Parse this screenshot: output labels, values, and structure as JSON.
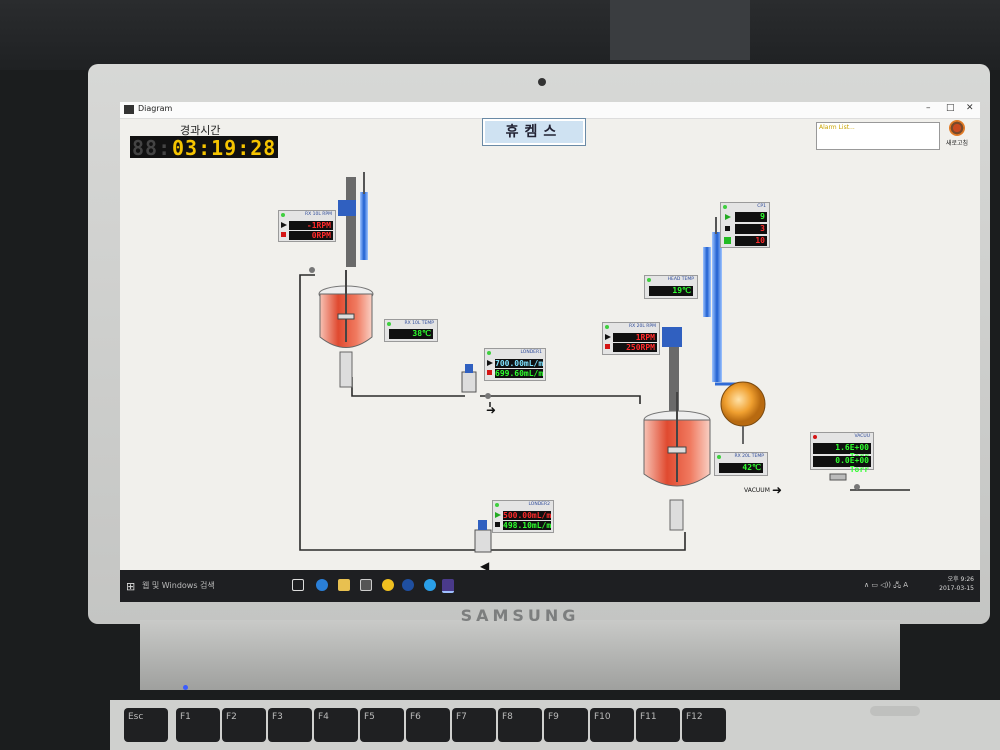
{
  "window": {
    "title": "Diagram",
    "controls": [
      "–",
      "□",
      "✕"
    ]
  },
  "header": {
    "elapsed_label": "경과시간",
    "timer_dim": "88:",
    "timer_value": "03:19:28",
    "app_title": "휴켐스",
    "alarm_list": "Alarm List...",
    "refresh_label": "새로고침"
  },
  "panels": {
    "rx10l_rpm": {
      "title": "RX 10L RPM",
      "value1": "-1RPM",
      "value2": "0RPM"
    },
    "rx10l_temp": {
      "title": "RX 10L TEMP",
      "value": "38℃"
    },
    "condenser1": {
      "title": "LONDER1",
      "value1": "700.00mL/m",
      "value2": "699.60mL/m"
    },
    "condenser2": {
      "title": "LONDER2",
      "value1": "500.00mL/m",
      "value2": "498.10mL/m"
    },
    "head_temp": {
      "title": "HEAD TEMP",
      "value": "19℃"
    },
    "cp1": {
      "title": "CP1",
      "value1": "9",
      "value2": "3",
      "value3": "10"
    },
    "rx20l_rpm": {
      "title": "RX 20L RPM",
      "value1": "1RPM",
      "value2": "250RPM"
    },
    "rx20l_temp": {
      "title": "RX 20L TEMP",
      "value": "42℃"
    },
    "vacuum_gauge": {
      "title": "VACUU",
      "value1": "1.6E+00 Torr",
      "value2": "0.0E+00 Torr"
    }
  },
  "labels": {
    "vacuum": "VACUUM"
  },
  "taskbar": {
    "search": "웹 및 Windows 검색",
    "tray": "∧ ▭ ◁)) 🖧 A",
    "time": "오후 9:26",
    "date": "2017-03-15"
  },
  "bezel": {
    "brand": "SAMSUNG"
  },
  "keyboard": {
    "keys": [
      "Esc",
      "F1",
      "F2",
      "F3",
      "F4",
      "F5",
      "F6",
      "F7",
      "F8",
      "F9",
      "F10",
      "F11",
      "F12"
    ]
  },
  "colors": {
    "reactor": "#e8604a",
    "condenser": "#2f6bd6",
    "flask": "#f0a030",
    "lcd_green": "#2fff2f",
    "lcd_red": "#ff2a2a"
  }
}
